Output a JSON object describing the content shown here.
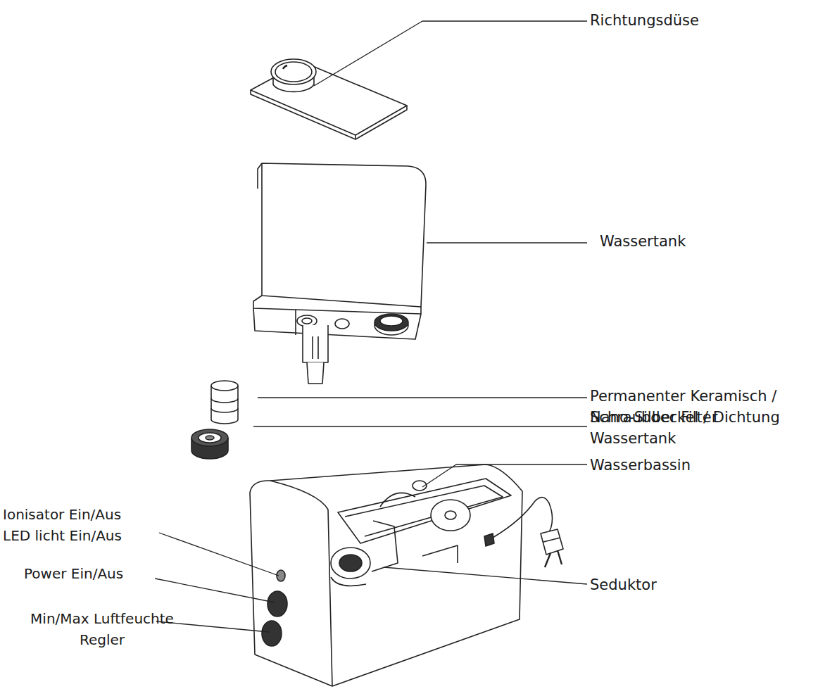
{
  "diagram": {
    "labels": [
      "Richtungsdüse",
      "Wassertank",
      "Permanenter Keramisch / Nano-Silber Filter",
      "Schraubdeckel / Dichtung Wassertank",
      "Wasserbassin",
      "Ionisator Ein/Aus",
      "LED licht Ein/Aus",
      "Power Ein/Aus",
      "Seduktor",
      "Min/Max Luftfeuchte Regler"
    ]
  }
}
